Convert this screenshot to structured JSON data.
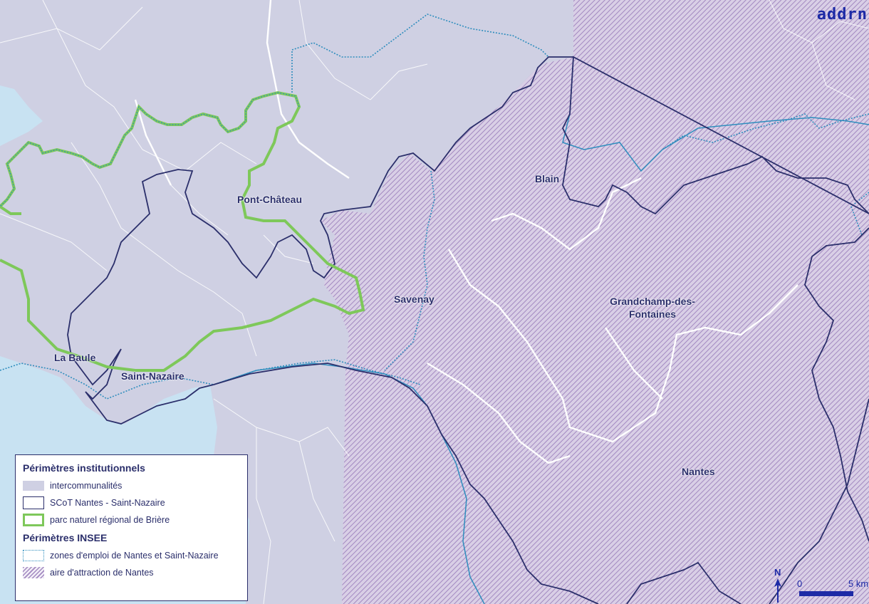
{
  "map": {
    "logo": "addrn",
    "places": {
      "pont_chateau": "Pont-Château",
      "blain": "Blain",
      "savenay": "Savenay",
      "grandchamp_line1": "Grandchamp-des-",
      "grandchamp_line2": "Fontaines",
      "la_baule": "La Baule",
      "saint_nazaire": "Saint-Nazaire",
      "nantes": "Nantes"
    },
    "colors": {
      "sea": "#c8e2f2",
      "intercommunalites": "#cfd0e3",
      "scot_border": "#2b2f6b",
      "pnr_border": "#7ec85a",
      "zones_emploi": "#2e8dbd",
      "aire_attraction": "#a289c0"
    }
  },
  "legend": {
    "section1_title": "Périmètres institutionnels",
    "item_interco": "intercommunalités",
    "item_scot": "SCoT Nantes - Saint-Nazaire",
    "item_pnr": "parc naturel régional de Brière",
    "section2_title": "Périmètres INSEE",
    "item_zones_emploi": "zones d'emploi de Nantes et Saint-Nazaire",
    "item_aire": "aire d'attraction de Nantes"
  },
  "scale": {
    "north_label": "N",
    "tick_start": "0",
    "tick_end": "5 km"
  }
}
